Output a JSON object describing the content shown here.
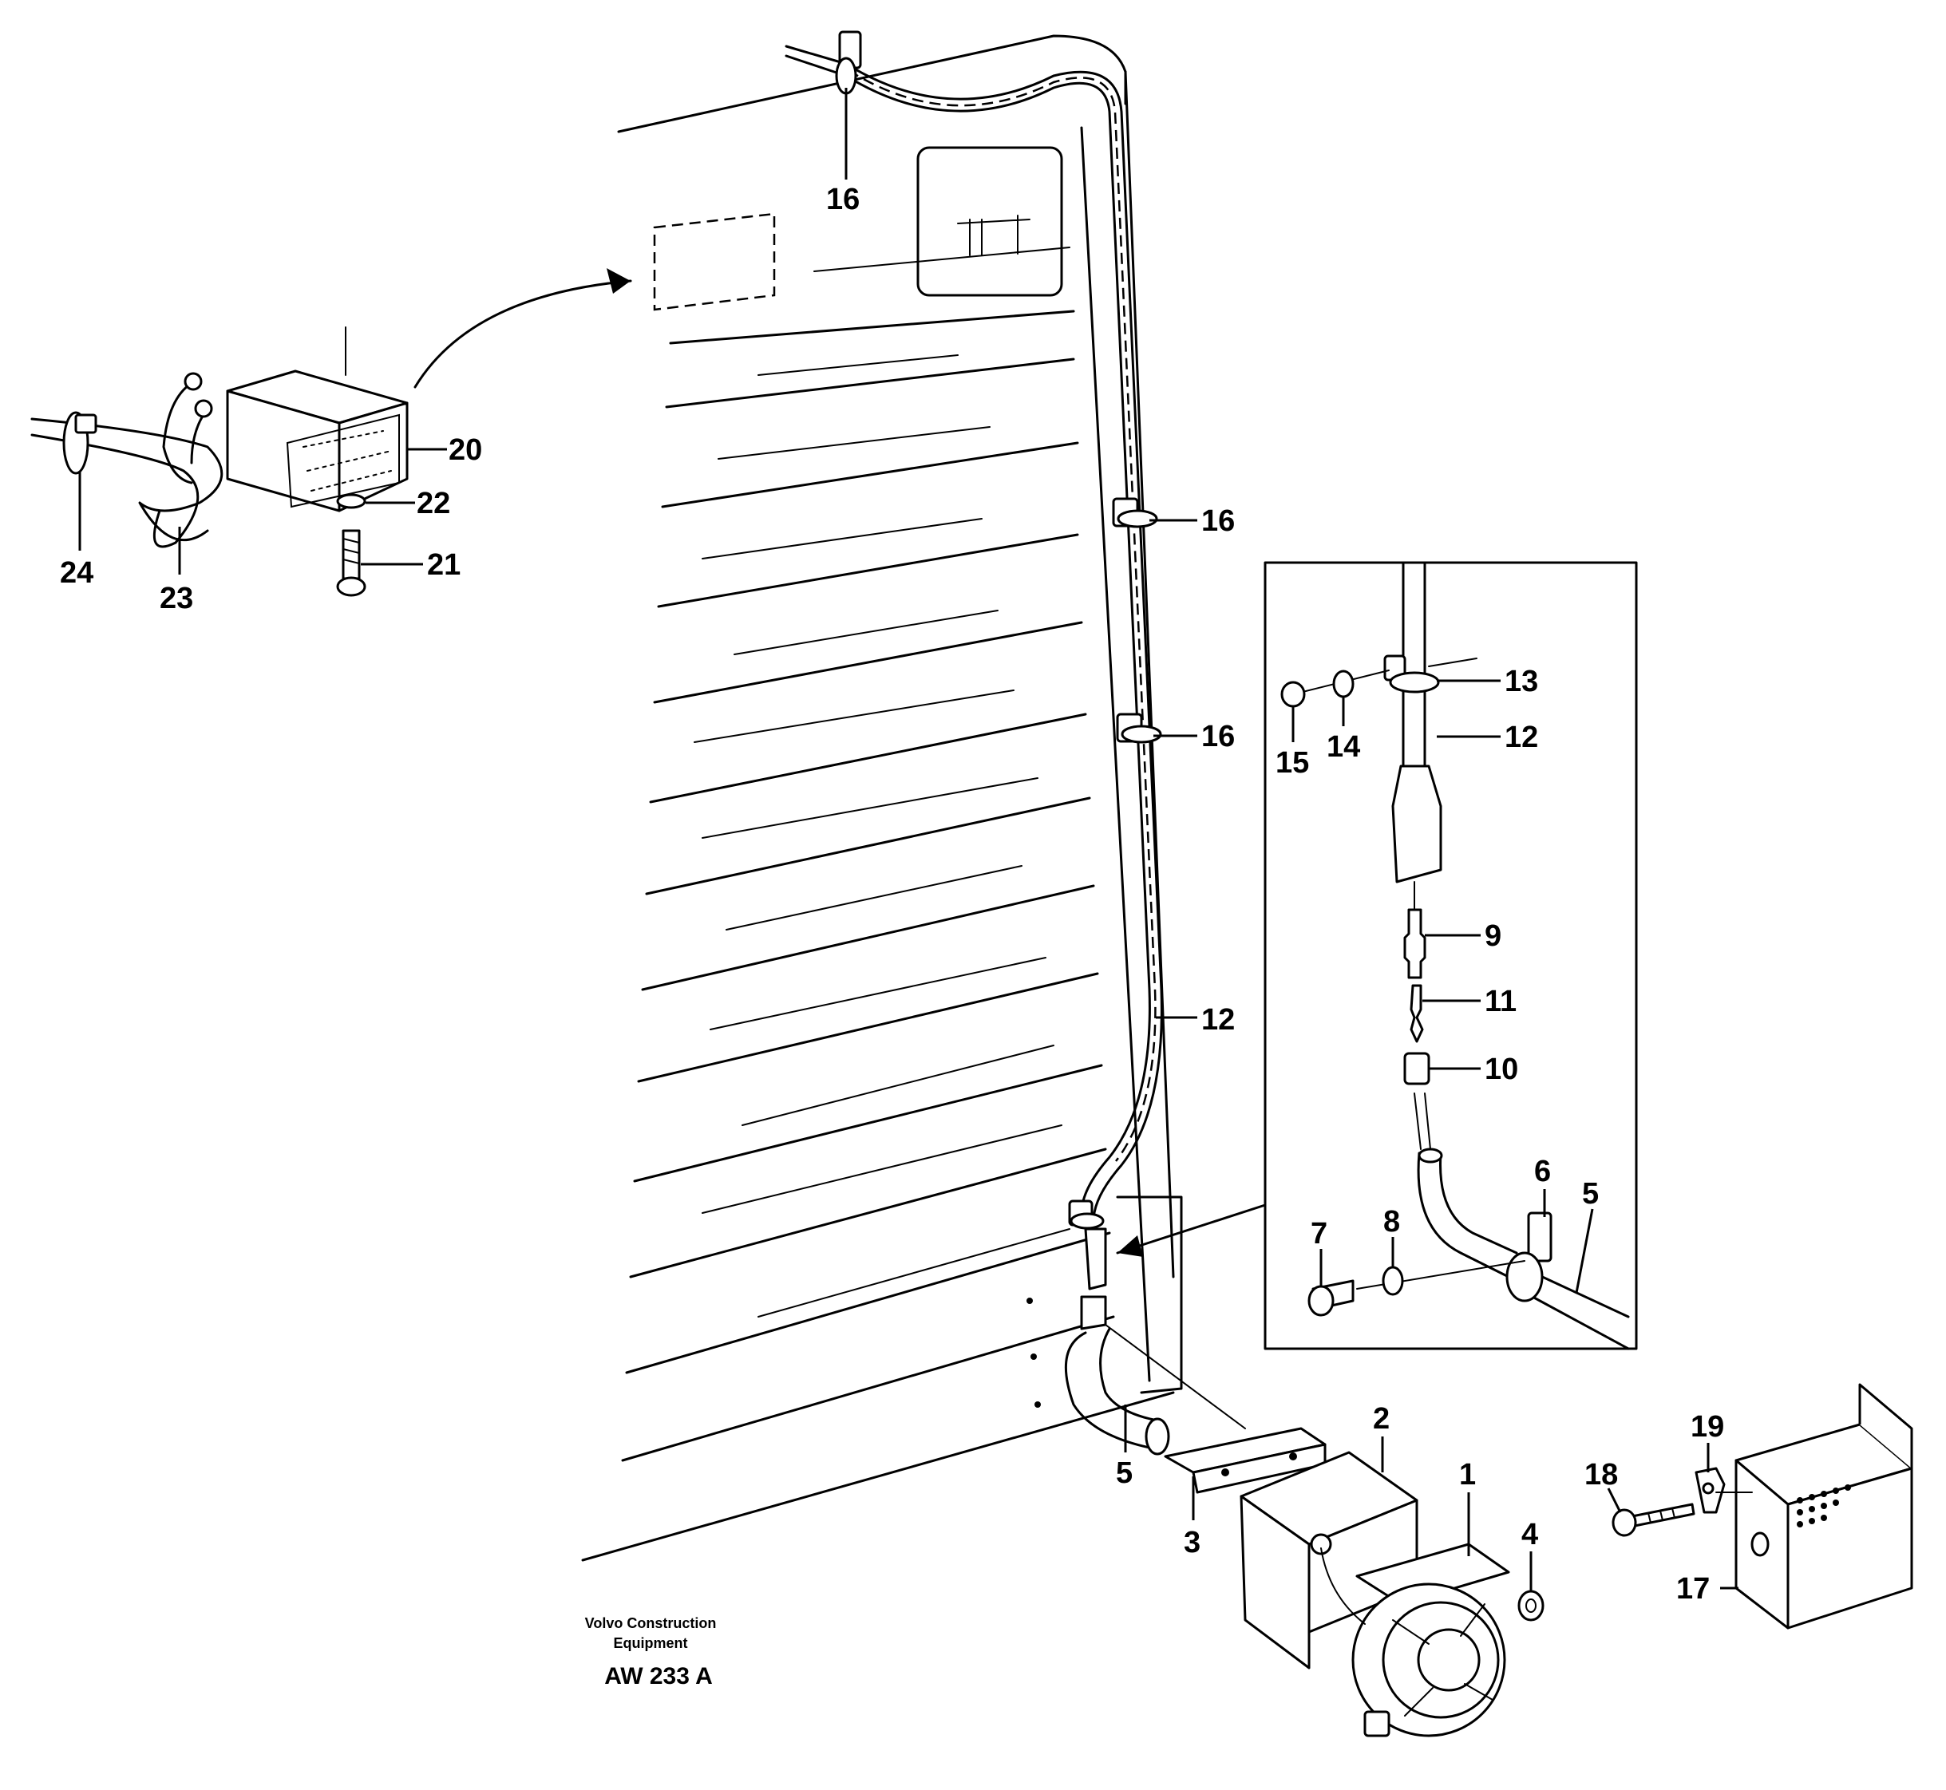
{
  "credit": {
    "line1": "Volvo Construction",
    "line2": "Equipment",
    "code": "AW 233 A"
  },
  "callouts": {
    "p1": "1",
    "p2": "2",
    "p3": "3",
    "p4": "4",
    "p5": "5",
    "p6": "6",
    "p7": "7",
    "p8": "8",
    "p9": "9",
    "p10": "10",
    "p11": "11",
    "p12": "12",
    "p13": "13",
    "p14": "14",
    "p15": "15",
    "p16": "16",
    "p17": "17",
    "p18": "18",
    "p19": "19",
    "p20": "20",
    "p21": "21",
    "p22": "22",
    "p23": "23",
    "p24": "24"
  }
}
